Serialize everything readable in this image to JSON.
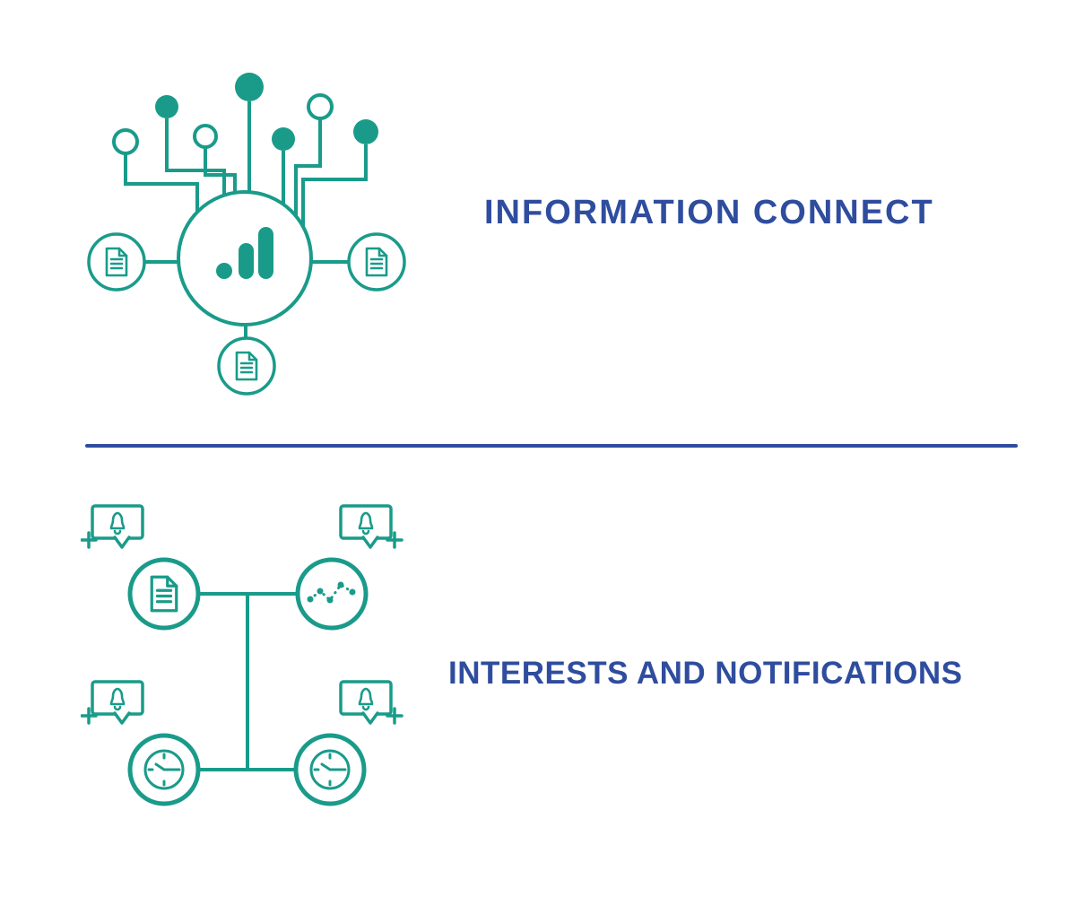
{
  "colors": {
    "teal": "#1A9B8A",
    "navy": "#2F4D9E"
  },
  "sections": {
    "information_connect": {
      "title": "INFORMATION CONNECT",
      "illustration": {
        "hub_icon": "bar-chart-icon",
        "satellite_icon": "document-icon",
        "satellite_count": 3,
        "network_node_count": 7
      }
    },
    "interests_and_notifications": {
      "title": "INTERESTS AND NOTIFICATIONS",
      "illustration": {
        "circle_icons": [
          "document-icon",
          "line-chart-icon",
          "clock-icon",
          "clock-icon"
        ],
        "badge_icon": "bell-notification-bubble",
        "badge_action_icon": "plus-icon",
        "badge_count": 4
      }
    }
  }
}
